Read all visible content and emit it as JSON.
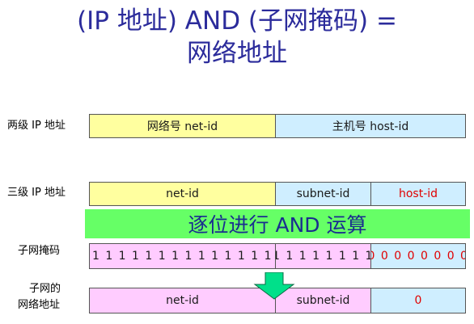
{
  "title": {
    "line1": "(IP 地址) AND (子网掩码) =",
    "line2": "网络地址"
  },
  "row_two_level": {
    "label": "两级 IP 地址",
    "cells": [
      "网络号 net-id",
      "主机号 host-id"
    ]
  },
  "row_three_level": {
    "label": "三级 IP 地址",
    "cells": [
      "net-id",
      "subnet-id",
      "host-id"
    ]
  },
  "banner": "逐位进行 AND 运算",
  "row_mask": {
    "label": "子网掩码",
    "cells": [
      "1 1 1 1 1 1 1 1 1 1 1 1 1 1 1 1",
      "1 1 1 1 1 1 1 1",
      "0 0 0 0 0 0 0 0"
    ]
  },
  "row_subnet": {
    "label_line1": "子网的",
    "label_line2": "网络地址",
    "cells": [
      "net-id",
      "subnet-id",
      "0"
    ]
  },
  "colors": {
    "title": "#2b2b9b",
    "yellow": "#ffff9f",
    "blue": "#cfeeff",
    "pink": "#ffccff",
    "banner": "#66ff66",
    "arrow": "#00e08a",
    "highlight_red": "#e00000"
  },
  "icons": {
    "down_arrow": "down-arrow-icon"
  }
}
